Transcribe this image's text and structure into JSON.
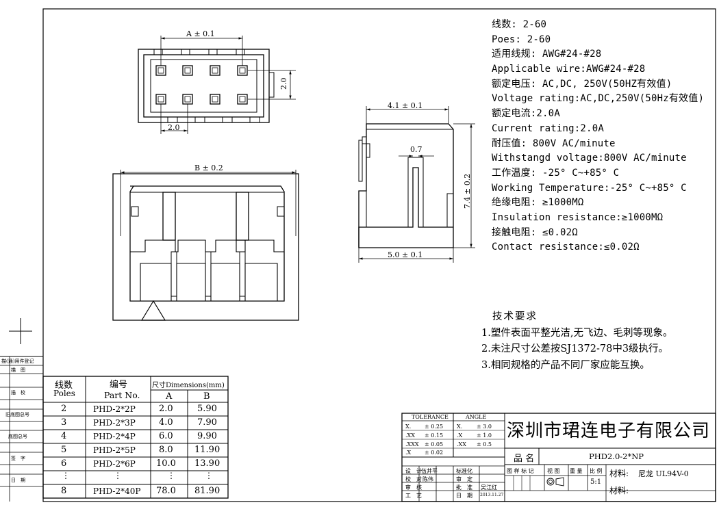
{
  "specs": [
    "线数: 2-60",
    "Poes: 2-60",
    "适用线规: AWG#24-#28",
    "Applicable wire:AWG#24-#28",
    "额定电压: AC,DC, 250V(50HZ有效值)",
    "Voltage rating:AC,DC,250V(50Hz有效值)",
    "额定电流:2.0A",
    "Current rating:2.0A",
    "耐压值: 800V AC/minute",
    "Withstangd voltage:800V AC/minute",
    "工作温度: -25° C~+85° C",
    "Working Temperature:-25° C~+85° C",
    "绝缘电阻: ≥1000MΩ",
    "Insulation resistance:≥1000MΩ",
    "接触电阻: ≤0.02Ω",
    "Contact resistance:≤0.02Ω"
  ],
  "requirements": {
    "title": "技术要求",
    "items": [
      "1.塑件表面平整光洁,无飞边、毛刺等现象。",
      "2.未注尺寸公差按SJ1372-78中3级执行。",
      "3.相同规格的产品不同厂家应能互换。"
    ]
  },
  "dims": {
    "top_a": "A ± 0.1",
    "top_h": "2.0",
    "top_w": "2.0",
    "front_b": "B ± 0.2",
    "side_w": "4.1 ± 0.1",
    "side_h": "7.4 ± 0.2",
    "side_slot": "0.7",
    "side_base": "5.0 ± 0.1"
  },
  "parts_table": {
    "h_lines": "线数",
    "h_poles": "Poles",
    "h_code": "编号",
    "h_partno": "Part No.",
    "h_dim": "尺寸Dimensions(mm)",
    "h_a": "A",
    "h_b": "B",
    "rows": [
      [
        "2",
        "PHD-2*2P",
        "2.0",
        "5.90"
      ],
      [
        "3",
        "PHD-2*3P",
        "4.0",
        "7.90"
      ],
      [
        "4",
        "PHD-2*4P",
        "6.0",
        "9.90"
      ],
      [
        "5",
        "PHD-2*5P",
        "8.0",
        "11.90"
      ],
      [
        "6",
        "PHD-2*6P",
        "10.0",
        "13.90"
      ],
      [
        "⋮",
        "⋮",
        "⋮",
        "⋮"
      ],
      [
        "8",
        "PHD-2*40P",
        "78.0",
        "81.90"
      ]
    ]
  },
  "left_strip": [
    "描(通)用件登记",
    "描　图",
    "描　校",
    "旧底图总号",
    "底图总号",
    "签　字",
    "日　期"
  ],
  "title_block": {
    "company": "深圳市珺连电子有限公司",
    "tolerance_header": "TOLERANCE",
    "angle_header": "ANGLE",
    "tolerances": [
      [
        "X.",
        "± 0.25"
      ],
      [
        ".XX",
        "± 0.15"
      ],
      [
        ".XXX",
        "± 0.05"
      ],
      [
        ".X",
        "± 0.02"
      ]
    ],
    "angles": [
      [
        "X.",
        "± 3.0"
      ],
      [
        ".X",
        "± 1.0"
      ],
      [
        ".XX",
        "± 0.5"
      ]
    ],
    "product_name_label": "品 名",
    "product_name": "PHD2.0-2*NP",
    "sign_rows": [
      [
        "设　计",
        "伍井平",
        "标准化",
        ""
      ],
      [
        "校　对",
        "陈伟",
        "审　定",
        ""
      ],
      [
        "审　核",
        "",
        "批　准",
        "吴江红"
      ],
      [
        "工　艺",
        "",
        "日　期",
        "2013.11.27"
      ]
    ],
    "view_headers": [
      "图 样 标 记",
      "视 图",
      "重 量",
      "比 例"
    ],
    "scale": "5:1",
    "material_label": "材料:",
    "material": "尼龙 UL94V-0",
    "material2_label": "材料:"
  }
}
